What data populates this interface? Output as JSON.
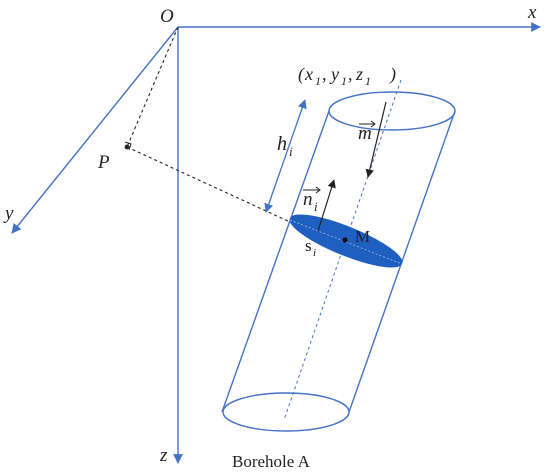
{
  "colors": {
    "axis": "#4472c4",
    "cylinder": "#4472c4",
    "ellipse_fill": "#1f5fbf",
    "dashed": "#222222",
    "text": "#222222"
  },
  "labels": {
    "origin": "O",
    "x_axis": "x",
    "y_axis": "y",
    "z_axis": "z",
    "point_p": "P",
    "coord_x": "x",
    "coord_x_sub": "1",
    "coord_y": "y",
    "coord_y_sub": "1",
    "coord_z": "z",
    "coord_z_sub": "1",
    "h": "h",
    "h_sub": "i",
    "m_vec": "m",
    "n_vec": "n",
    "n_sub": "i",
    "s": "s",
    "s_sub": "i",
    "point_m": "M",
    "caption": "Borehole A"
  }
}
